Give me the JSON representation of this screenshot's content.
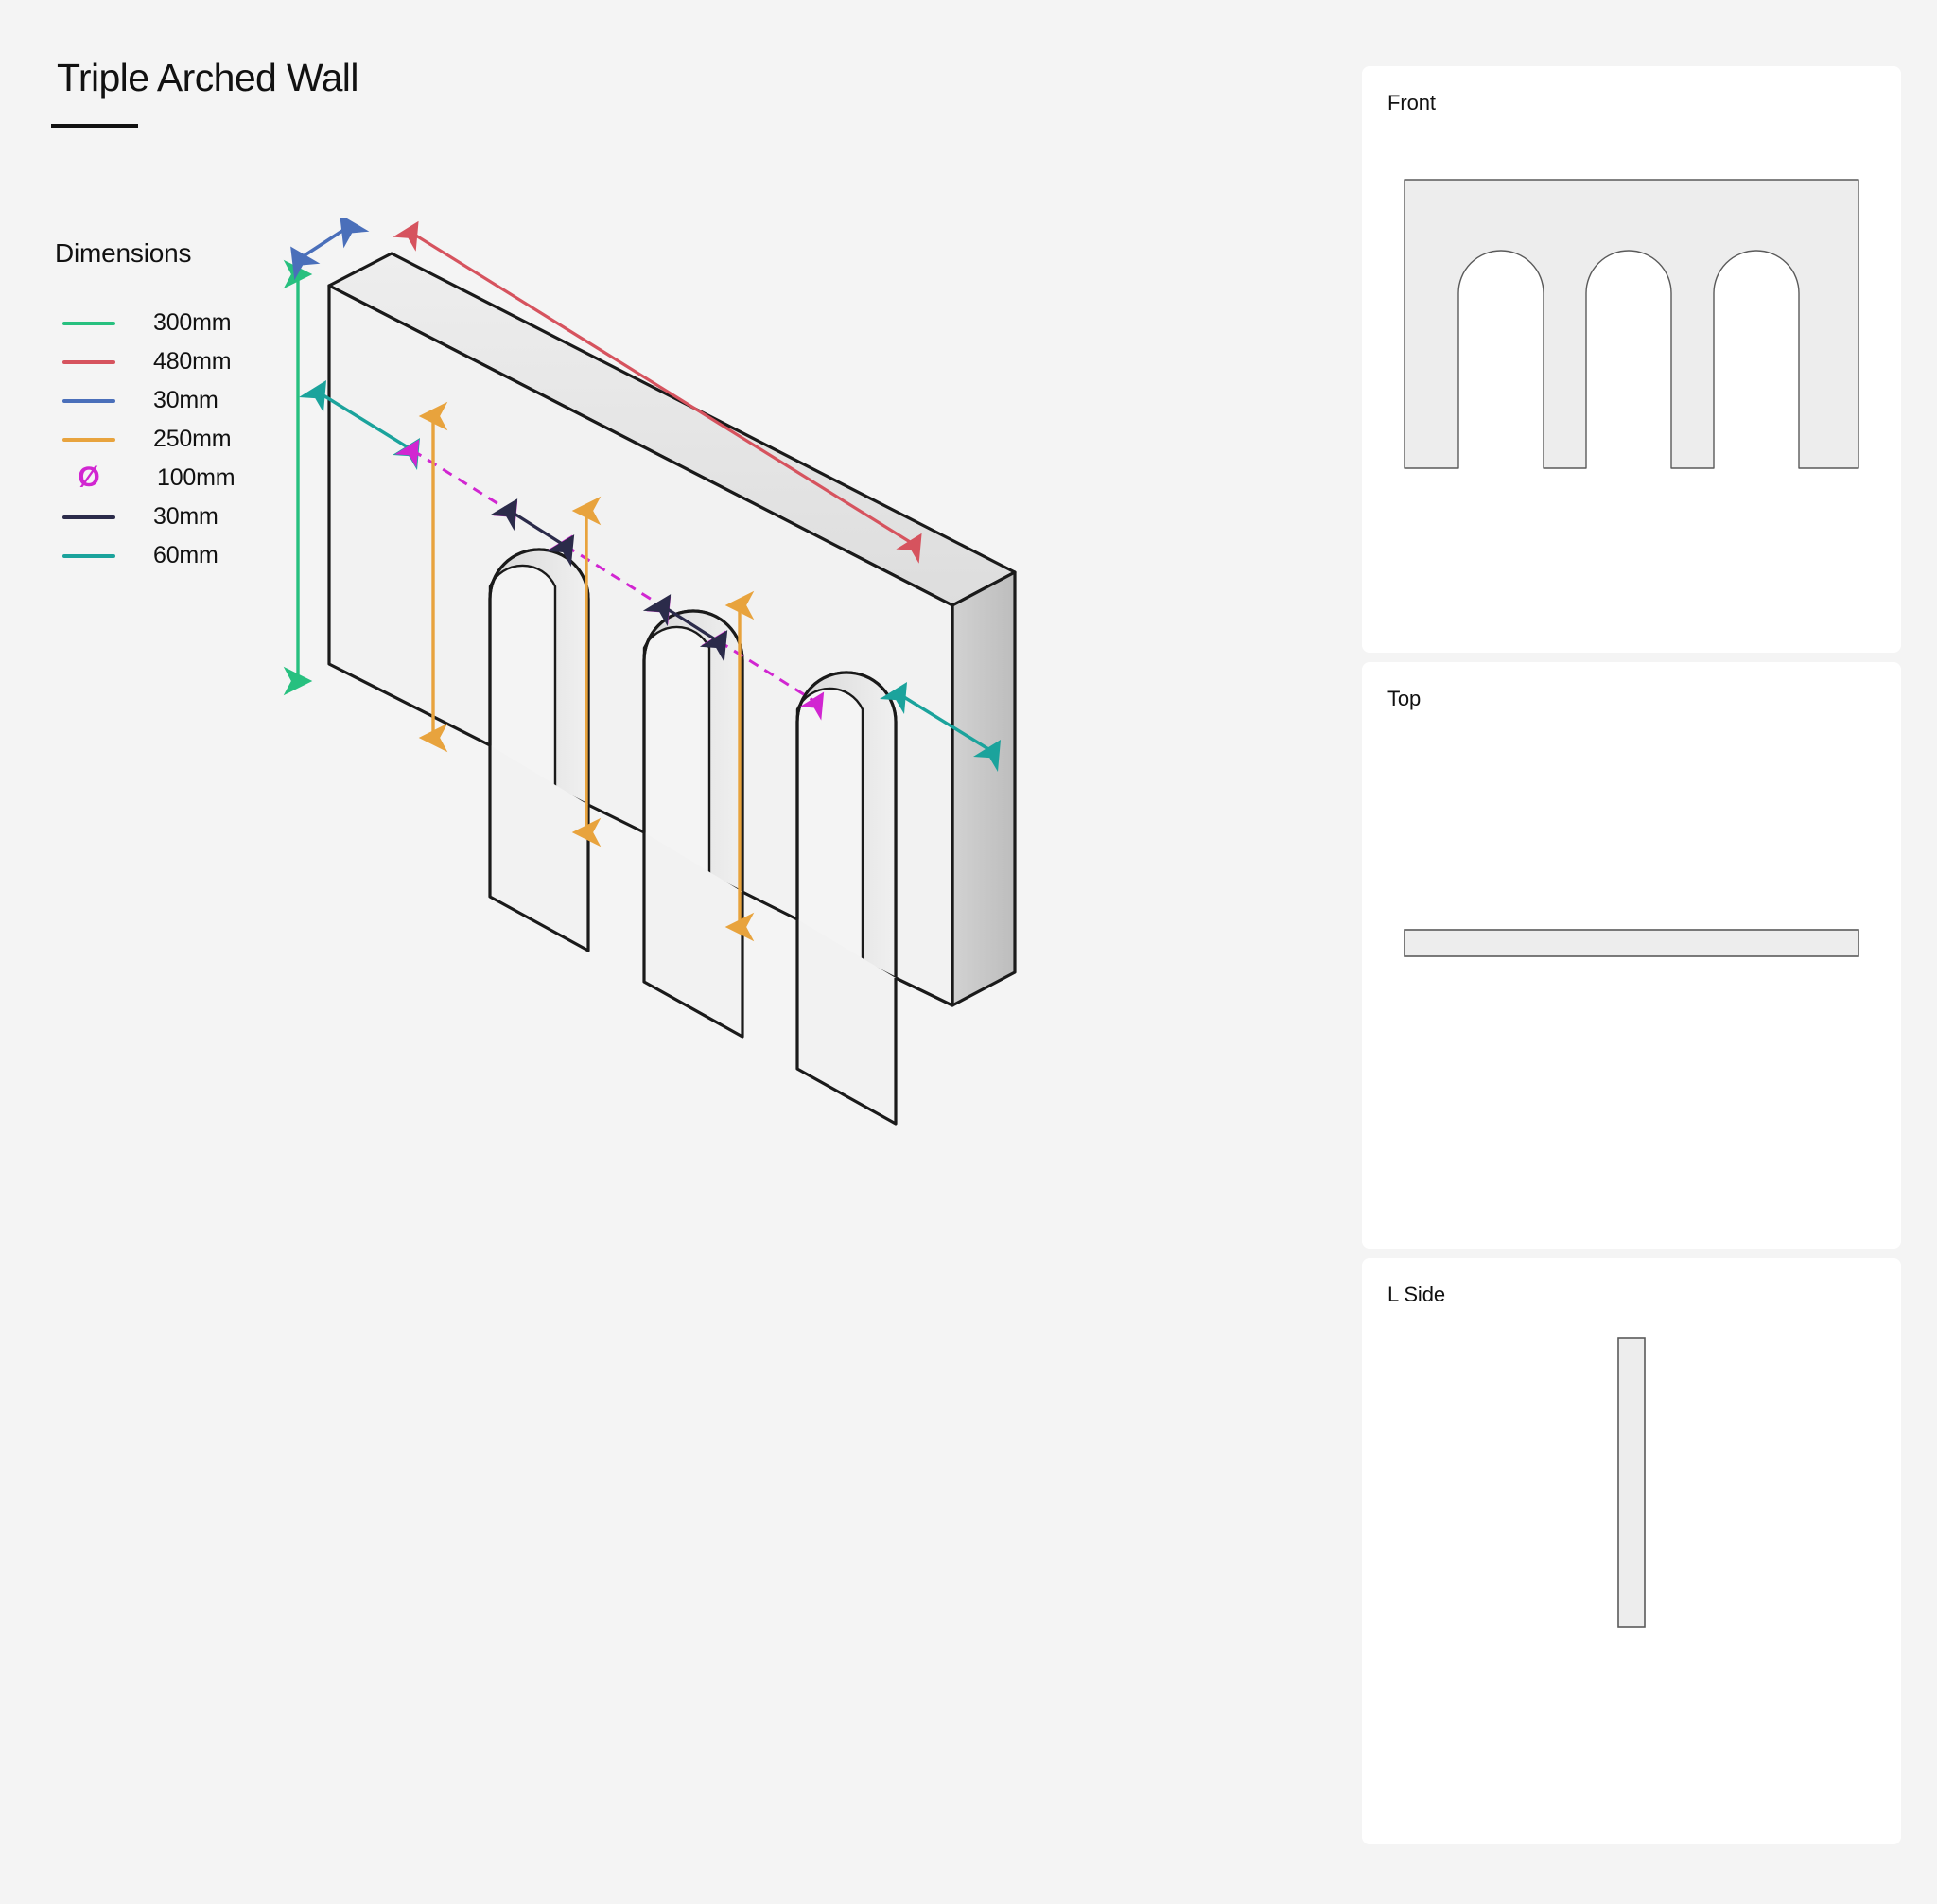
{
  "document": {
    "title": "Triple Arched Wall"
  },
  "legend": {
    "heading": "Dimensions",
    "items": [
      {
        "icon": "line-swatch",
        "label": "300mm",
        "color": "#27c07f"
      },
      {
        "icon": "line-swatch",
        "label": "480mm",
        "color": "#d6535e"
      },
      {
        "icon": "line-swatch",
        "label": "30mm",
        "color": "#4a6fba"
      },
      {
        "icon": "line-swatch",
        "label": "250mm",
        "color": "#e8a33d"
      },
      {
        "icon": "diameter-symbol",
        "label": "100mm",
        "color": "#d126d1",
        "glyph": "Ø"
      },
      {
        "icon": "line-swatch",
        "label": "30mm",
        "color": "#2b2b4a"
      },
      {
        "icon": "line-swatch",
        "label": "60mm",
        "color": "#1ba39c"
      }
    ]
  },
  "views": [
    {
      "key": "front",
      "label": "Front"
    },
    {
      "key": "top",
      "label": "Top"
    },
    {
      "key": "lside",
      "label": "L Side"
    }
  ],
  "model": {
    "shape": "triple-arched-wall",
    "overall_length_mm": 480,
    "overall_height_mm": 300,
    "wall_thickness_mm": 30,
    "arch_height_mm": 250,
    "arch_opening_diameter_mm": 100,
    "pier_width_mm": 30,
    "end_pier_width_mm": 60,
    "arch_count": 3
  },
  "colors": {
    "page_background": "#f4f4f4",
    "card_background": "#ffffff",
    "outline": "#1a1a1a",
    "face_front": "#f2f2f2",
    "face_top": "#e6e6e6",
    "face_side": "#c9c9c9",
    "ortho_fill": "#ededed",
    "ortho_stroke": "#5a5a5a"
  }
}
